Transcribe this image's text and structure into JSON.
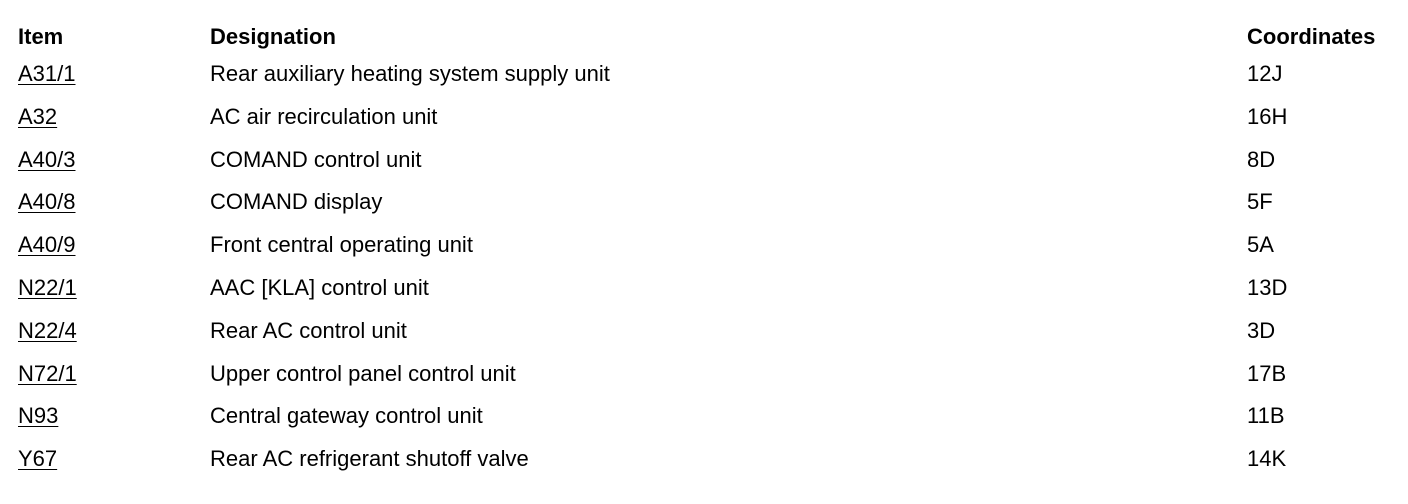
{
  "headers": {
    "item": "Item",
    "designation": "Designation",
    "coordinates": "Coordinates"
  },
  "rows": [
    {
      "item": "A31/1",
      "designation": "Rear auxiliary heating system supply unit",
      "coordinates": "12J"
    },
    {
      "item": "A32",
      "designation": "AC air recirculation unit",
      "coordinates": "16H"
    },
    {
      "item": "A40/3",
      "designation": "COMAND control unit",
      "coordinates": "8D"
    },
    {
      "item": "A40/8",
      "designation": "COMAND display",
      "coordinates": "5F"
    },
    {
      "item": "A40/9",
      "designation": "Front central operating unit",
      "coordinates": "5A"
    },
    {
      "item": "N22/1",
      "designation": "AAC [KLA] control unit",
      "coordinates": "13D"
    },
    {
      "item": "N22/4",
      "designation": "Rear AC control unit",
      "coordinates": "3D"
    },
    {
      "item": "N72/1",
      "designation": "Upper control panel control unit",
      "coordinates": "17B"
    },
    {
      "item": "N93",
      "designation": "Central gateway control unit",
      "coordinates": "11B"
    },
    {
      "item": "Y67",
      "designation": "Rear AC refrigerant shutoff valve",
      "coordinates": "14K"
    }
  ]
}
